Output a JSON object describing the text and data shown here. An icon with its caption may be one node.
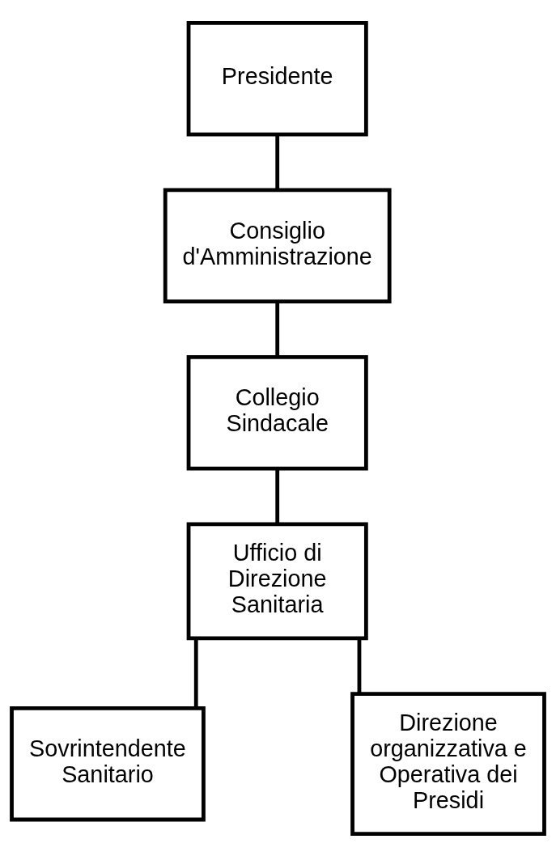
{
  "diagram": {
    "nodes": [
      {
        "text": [
          "Presidente"
        ]
      },
      {
        "text": [
          "Consiglio d'Amministrazione"
        ]
      },
      {
        "text": [
          "Collegio Sindacale"
        ]
      },
      {
        "text": [
          "Ufficio di Direzione Sanitaria"
        ]
      },
      {
        "text": [
          "Sovrintendente Sanitario"
        ]
      },
      {
        "text": [
          "Direzione organizzativa e Operativa dei Presidi"
        ]
      }
    ],
    "edges": [
      {
        "from": 0,
        "to": 1,
        "arrow": "none"
      },
      {
        "from": 1,
        "to": 2,
        "arrow": "none"
      },
      {
        "from": 2,
        "to": 3,
        "arrow": "none"
      },
      {
        "from": 3,
        "to": 4,
        "arrow": "none"
      },
      {
        "from": 3,
        "to": 5,
        "arrow": "none"
      }
    ]
  }
}
